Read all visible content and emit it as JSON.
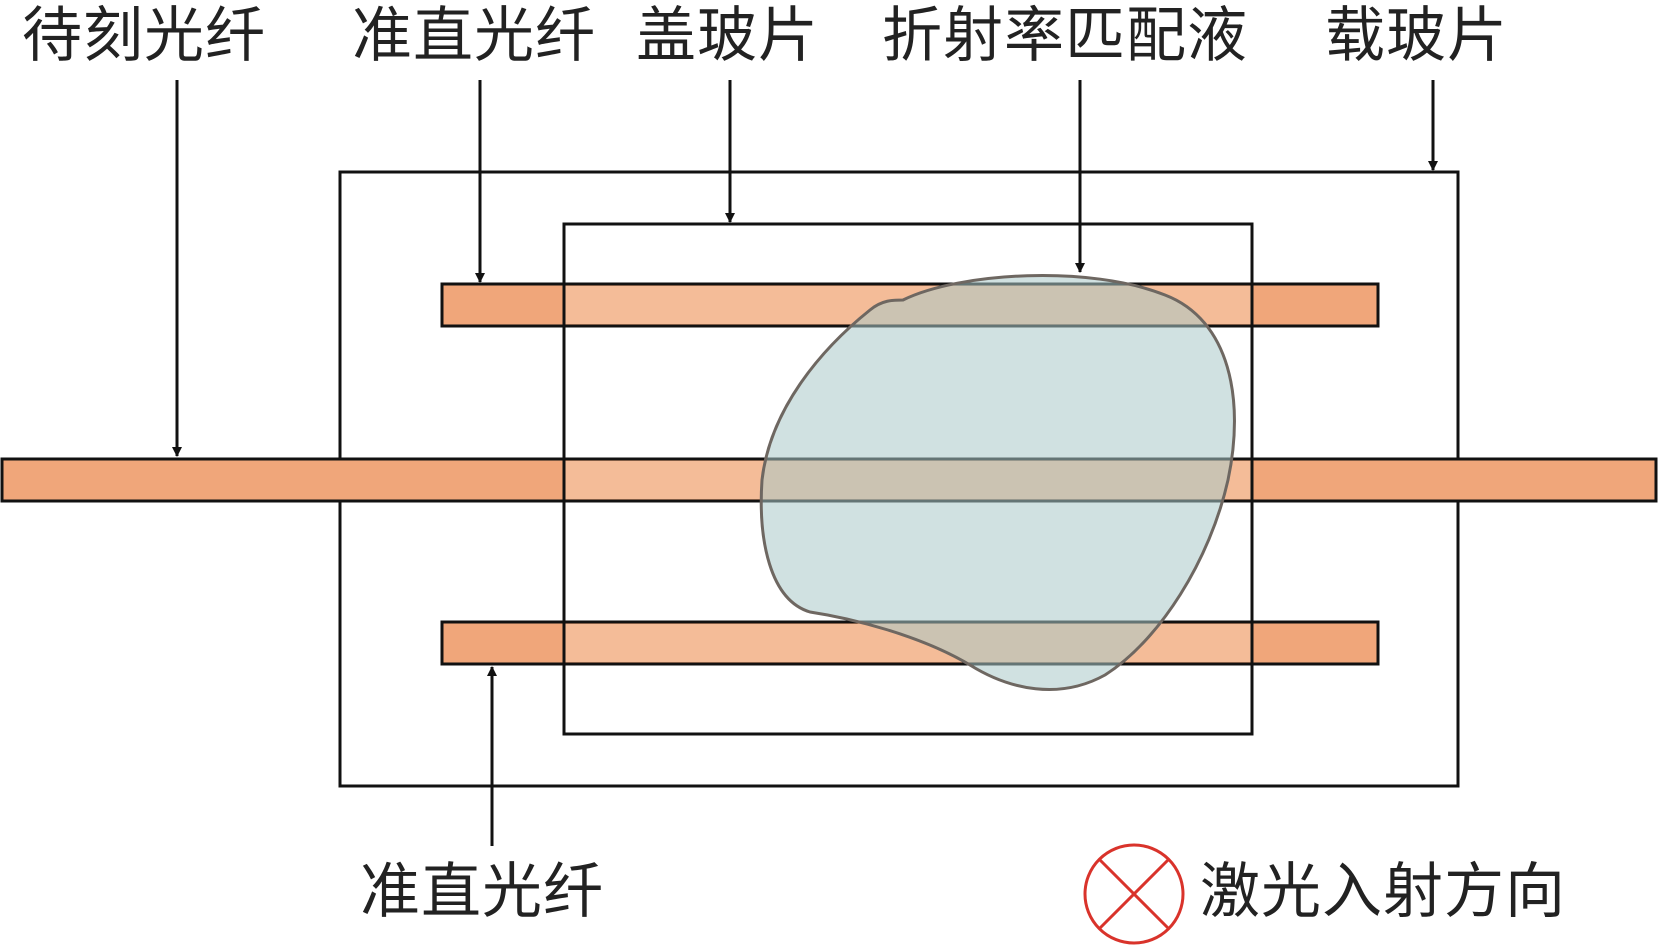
{
  "labels": {
    "fiber_to_inscribe": "待刻光纤",
    "collimating_fiber_top": "准直光纤",
    "cover_slip": "盖玻片",
    "index_matching_liquid": "折射率匹配液",
    "glass_slide": "载玻片",
    "collimating_fiber_bottom": "准直光纤",
    "laser_incident_direction": "激光入射方向"
  },
  "colors": {
    "fiber_fill": "#F0A67A",
    "fiber_overlay_fill": "#F4BC98",
    "liquid_fill": "#A9C8C8",
    "liquid_stroke": "#6E6761",
    "laser_symbol": "#D9332B",
    "outline": "#111111"
  },
  "icons": {
    "laser_direction_symbol": "circled-x-icon"
  }
}
